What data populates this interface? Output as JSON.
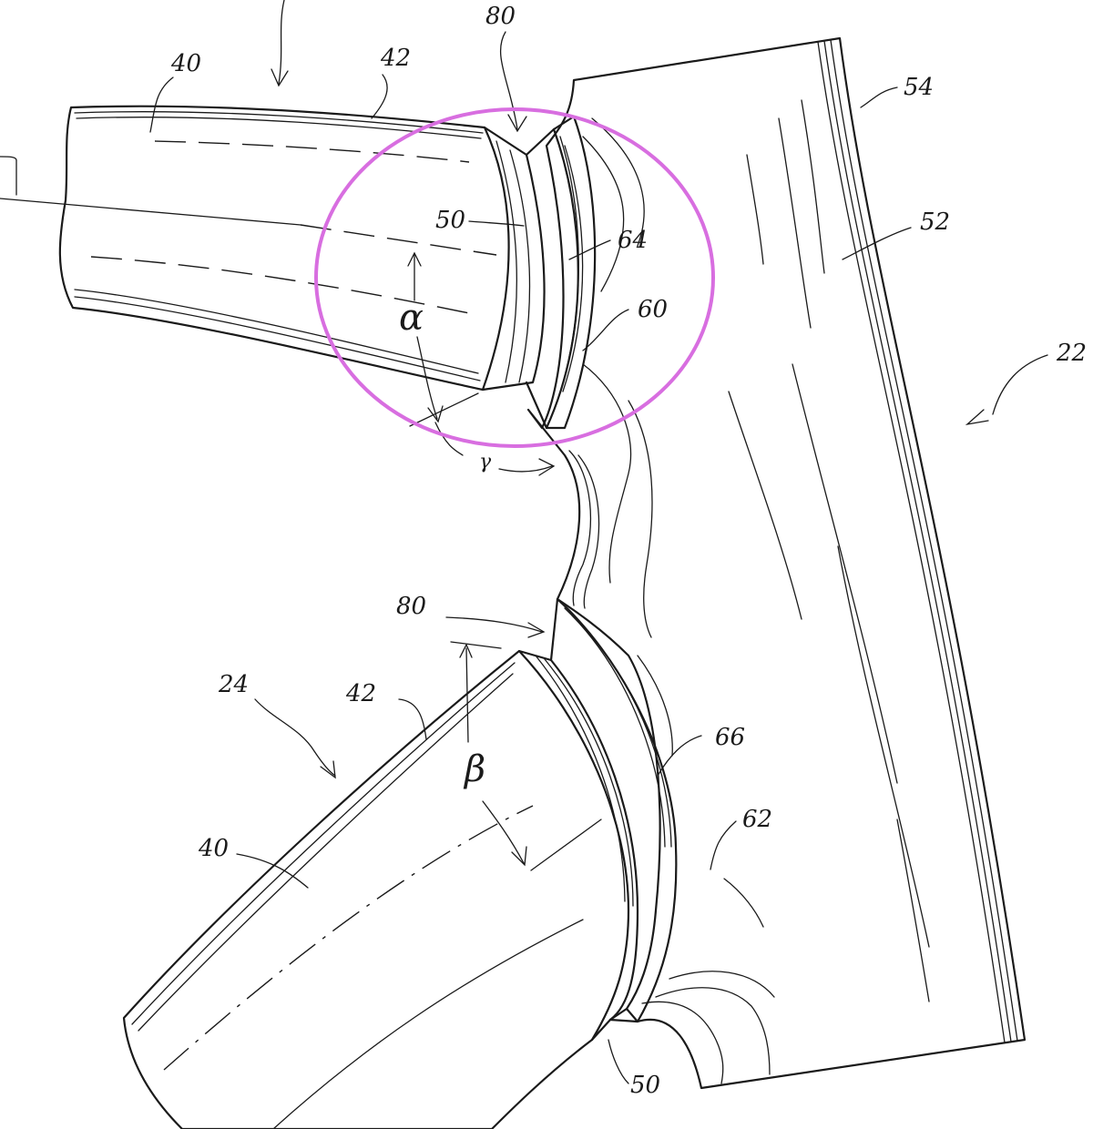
{
  "labels": {
    "n80_top": "80",
    "n40_top": "40",
    "n42_top": "42",
    "n54": "54",
    "n50_top": "50",
    "n64": "64",
    "n52": "52",
    "n60": "60",
    "n22": "22",
    "n80_mid": "80",
    "n24": "24",
    "n42_low": "42",
    "n66": "66",
    "n40_low": "40",
    "n62": "62",
    "n50_low": "50"
  },
  "angles": {
    "alpha": "α",
    "beta": "β",
    "gamma": "γ"
  },
  "colors": {
    "line": "#1a1a1a",
    "highlight_circle": "#d86ee0",
    "background": "#ffffff"
  }
}
